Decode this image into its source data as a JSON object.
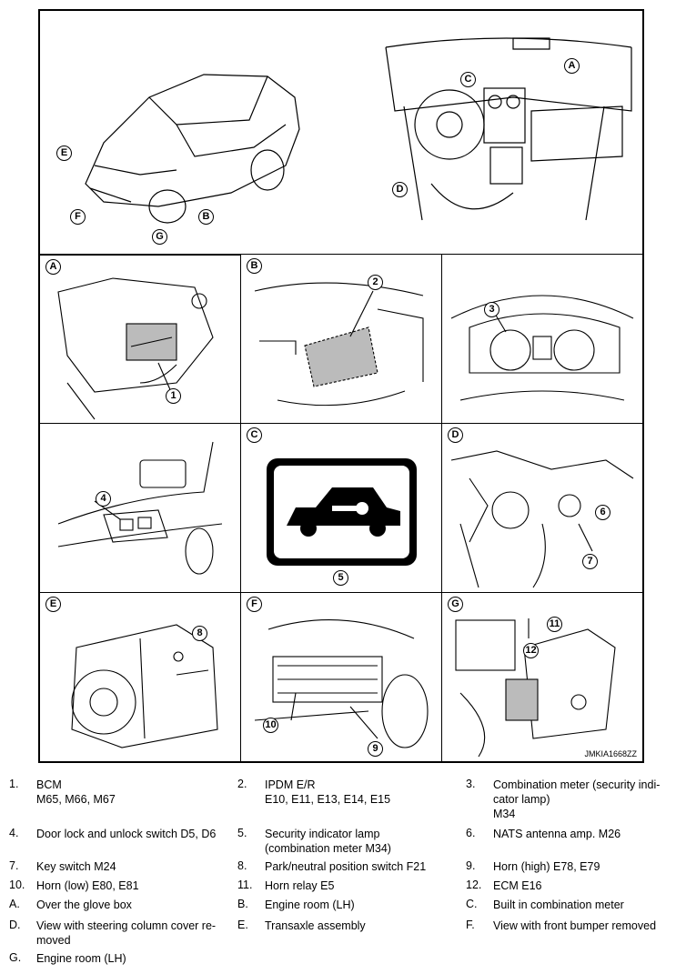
{
  "figure": {
    "code": "JMKIA1668ZZ",
    "letters": {
      "A": "A",
      "B": "B",
      "C": "C",
      "D": "D",
      "E": "E",
      "F": "F",
      "G": "G"
    },
    "numbers": {
      "n1": "1",
      "n2": "2",
      "n3": "3",
      "n4": "4",
      "n5": "5",
      "n6": "6",
      "n7": "7",
      "n8": "8",
      "n9": "9",
      "n10": "10",
      "n11": "11",
      "n12": "12"
    }
  },
  "legend": [
    {
      "num": "1.",
      "text": "BCM\nM65, M66, M67"
    },
    {
      "num": "2.",
      "text": "IPDM E/R\nE10, E11, E13, E14, E15"
    },
    {
      "num": "3.",
      "text": "Combination meter (security indi-\ncator lamp)\nM34"
    },
    {
      "num": "4.",
      "text": "Door lock and unlock switch D5, D6"
    },
    {
      "num": "5.",
      "text": "Security indicator lamp\n(combination meter M34)"
    },
    {
      "num": "6.",
      "text": "NATS antenna amp. M26"
    },
    {
      "num": "7.",
      "text": "Key switch M24"
    },
    {
      "num": "8.",
      "text": "Park/neutral position switch F21"
    },
    {
      "num": "9.",
      "text": "Horn (high) E78, E79"
    },
    {
      "num": "10.",
      "text": "Horn (low) E80, E81"
    },
    {
      "num": "11.",
      "text": "Horn relay E5"
    },
    {
      "num": "12.",
      "text": "ECM E16"
    },
    {
      "num": "A.",
      "text": "Over the glove box"
    },
    {
      "num": "B.",
      "text": "Engine room (LH)"
    },
    {
      "num": "C.",
      "text": "Built in combination meter"
    },
    {
      "num": "D.",
      "text": "View with steering column cover re-\nmoved"
    },
    {
      "num": "E.",
      "text": "Transaxle assembly"
    },
    {
      "num": "F.",
      "text": "View with front bumper removed"
    },
    {
      "num": "G.",
      "text": "Engine room (LH)"
    }
  ]
}
